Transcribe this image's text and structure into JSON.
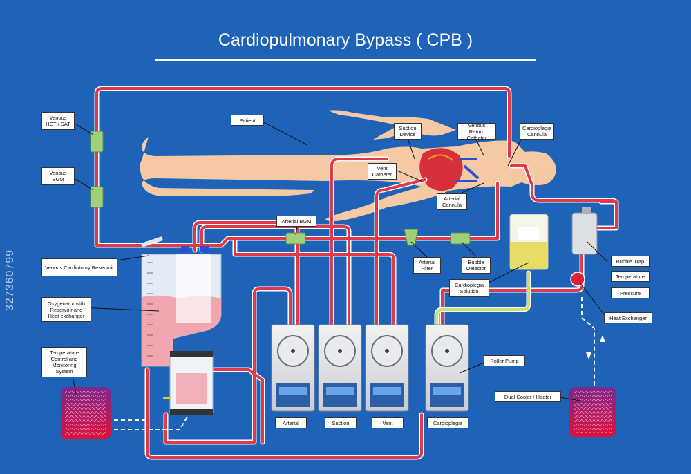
{
  "title": "Cardiopulmonary Bypass ( CPB )",
  "stock_id": "327360799",
  "labels": {
    "venous_hct": "Venous HCT / SAT",
    "venous_bgm": "Venous BGM",
    "patient": "Patient",
    "suction_device": "Suction Device",
    "venous_return_catheter": "Venous Return Catheter",
    "cardioplegia_cannula": "Cardioplegia Cannula",
    "vent_catheter": "Vent Catheter",
    "arterial_cannula": "Arterial Cannula",
    "arterial_bgm": "Arterial BGM",
    "venous_cardiotomy_reservoir": "Venous Cardiotomy Reservoir",
    "oxygenator": "Oxygenator with Reservoir and Heat exchanger",
    "arterial_filter": "Arterial Filter",
    "bubble_detector": "Bubble Detector",
    "cardioplegia_solution": "Cardioplegia Solution",
    "bubble_trap": "Bubble Trap",
    "temperature": "Temperature",
    "pressure": "Pressure",
    "heat_exchanger": "Heat Exchanger",
    "temperature_control": "Temperature Control and Monitoring System",
    "roller_pump": "Roller Pump",
    "dual_cooler": "Dual Cooler / Heater",
    "pump_arterial": "Arterial",
    "pump_suction": "Suction",
    "pump_vent": "Vent",
    "pump_cardioplegia": "Cardioplegia"
  },
  "colors": {
    "background": "#1f63b8",
    "tube": "#e03a4a",
    "tube_outline": "#ffffff",
    "solution_tube": "#c9e36a",
    "body": "#f4c9a3",
    "heater": "#c8225a",
    "sensor": "#9fd07a"
  }
}
